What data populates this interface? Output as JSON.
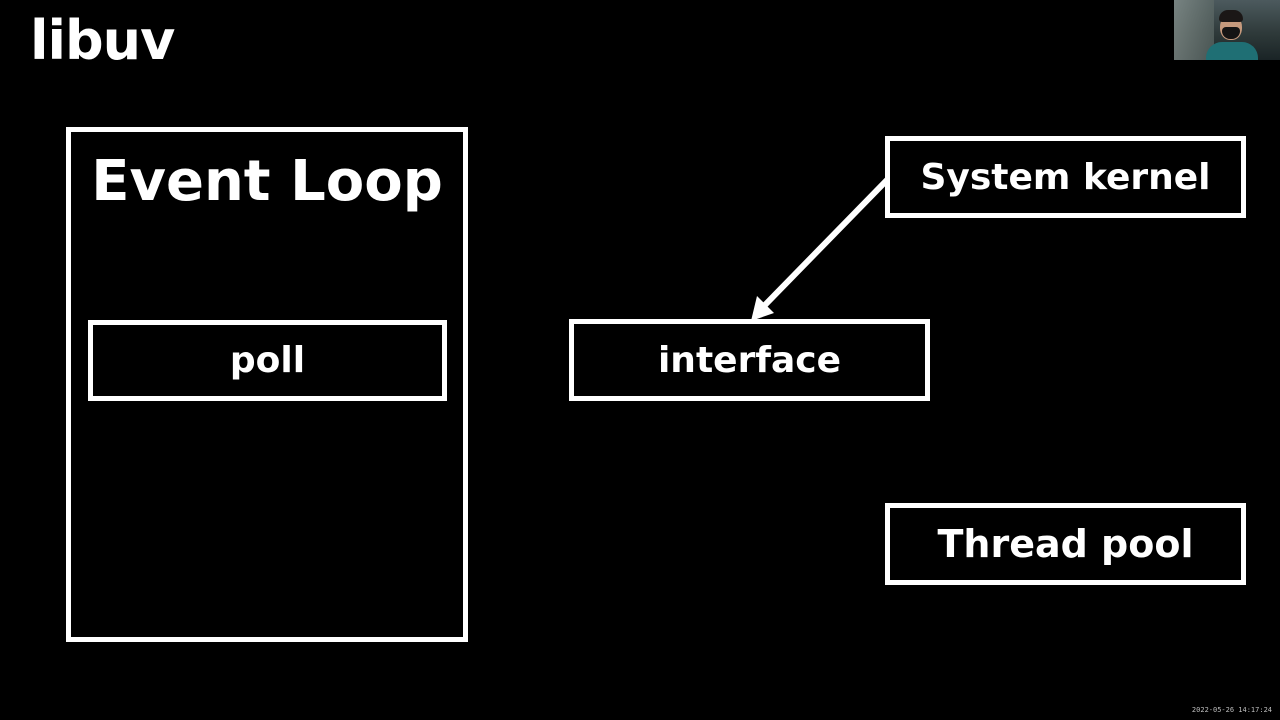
{
  "slide": {
    "title": "libuv"
  },
  "diagram": {
    "event_loop": {
      "label": "Event Loop",
      "children": [
        "poll"
      ]
    },
    "poll_label": "poll",
    "interface_label": "interface",
    "kernel_label": "System kernel",
    "thread_pool_label": "Thread pool",
    "edges": [
      {
        "from": "System kernel",
        "to": "interface",
        "type": "arrow"
      }
    ]
  },
  "overlay": {
    "timestamp": "2022-05-26 14:17:24",
    "webcam_present": true
  },
  "colors": {
    "background": "#000000",
    "foreground": "#ffffff"
  }
}
